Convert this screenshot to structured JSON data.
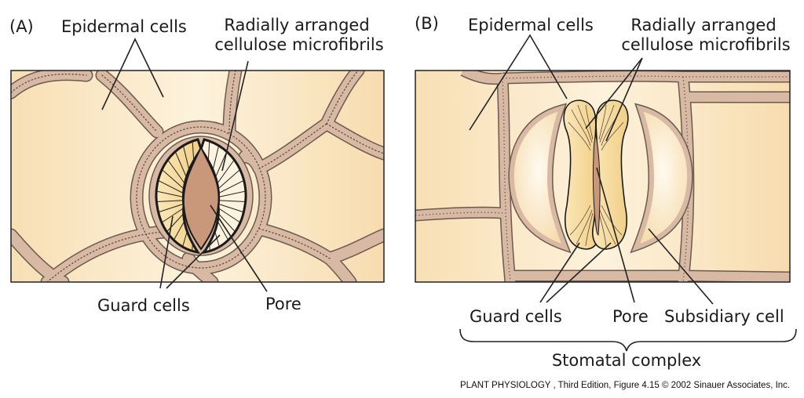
{
  "panels": {
    "a": {
      "tag": "(A)",
      "epidermal": "Epidermal cells",
      "fibrils_1": "Radially arranged",
      "fibrils_2": "cellulose microfibrils",
      "guard": "Guard cells",
      "pore": "Pore"
    },
    "b": {
      "tag": "(B)",
      "epidermal": "Epidermal cells",
      "fibrils_1": "Radially arranged",
      "fibrils_2": "cellulose microfibrils",
      "guard": "Guard cells",
      "pore": "Pore",
      "subsidiary": "Subsidiary cell",
      "complex": "Stomatal complex"
    }
  },
  "credit": "PLANT PHYSIOLOGY , Third Edition, Figure 4.15  © 2002 Sinauer Associates, Inc.",
  "colors": {
    "cell_fill": "#fbe9c8",
    "wall": "#d8b9a3",
    "wall_outline": "#6b5a50",
    "guard_fill": "#f6d99a",
    "pore_fill": "#c9977a",
    "dots": "#5a4a40",
    "leader": "#222222"
  }
}
